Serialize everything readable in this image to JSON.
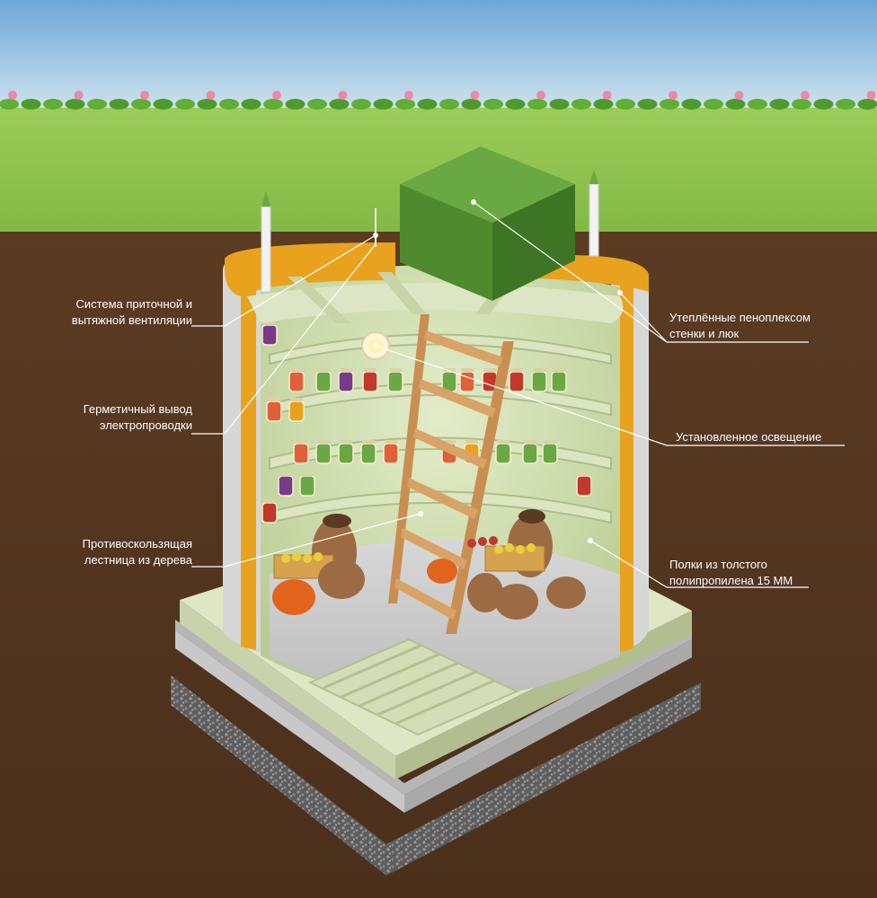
{
  "labels": [
    {
      "id": "ventilation",
      "text_line1": "Система приточной и",
      "text_line2": "вытяжной вентиляции"
    },
    {
      "id": "wiring",
      "text_line1": "Герметичный вывод",
      "text_line2": "электропроводки"
    },
    {
      "id": "ladder",
      "text_line1": "Противоскользящая",
      "text_line2": "лестница из дерева"
    },
    {
      "id": "insulation",
      "text_line1": "Утеплённые пеноплексом",
      "text_line2": "стенки и люк"
    },
    {
      "id": "lighting",
      "text_line1": "Установленное освещение",
      "text_line2": ""
    },
    {
      "id": "shelves",
      "text_line1": "Полки из толстого",
      "text_line2": "полипропилена 15 ММ"
    }
  ],
  "colors": {
    "sky": "#7fb3d9",
    "grass": "#8bc34a",
    "soil": "#5a3a22",
    "hatch": "#5e9a3a",
    "wall_inner": "#cfe0b0",
    "insulation": "#e8a21e",
    "concrete": "#c9c9c9",
    "gravel": "#6b6b6b"
  }
}
